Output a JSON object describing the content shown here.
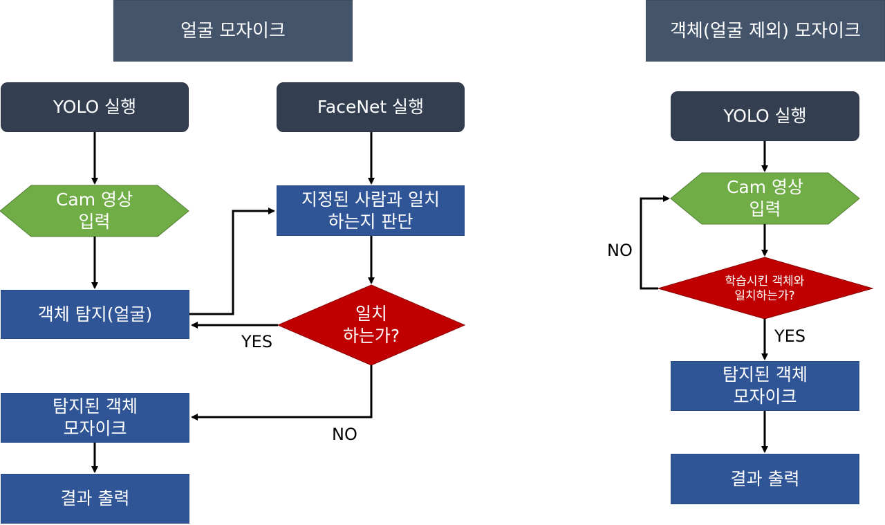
{
  "left": {
    "title": "얼굴 모자이크",
    "yolo": "YOLO 실행",
    "facenet": "FaceNet 실행",
    "cam_input": "Cam 영상\n입력",
    "detect": "객체 탐지(얼굴)",
    "judge": "지정된 사람과 일치\n하는지 판단",
    "match": "일치\n하는가?",
    "yes": "YES",
    "no": "NO",
    "mosaic": "탐지된 객체\n모자이크",
    "output": "결과 출력"
  },
  "right": {
    "title": "객체(얼굴 제외) 모자이크",
    "yolo": "YOLO 실행",
    "cam_input": "Cam 영상\n입력",
    "match": "학습시킨 객체와\n일치하는가?",
    "no": "NO",
    "yes": "YES",
    "mosaic": "탐지된 객체\n모자이크",
    "output": "결과 출력"
  },
  "colors": {
    "header": "#44546a",
    "dark": "#333f50",
    "blue": "#2f5597",
    "green": "#70ad47",
    "red": "#c00000"
  }
}
